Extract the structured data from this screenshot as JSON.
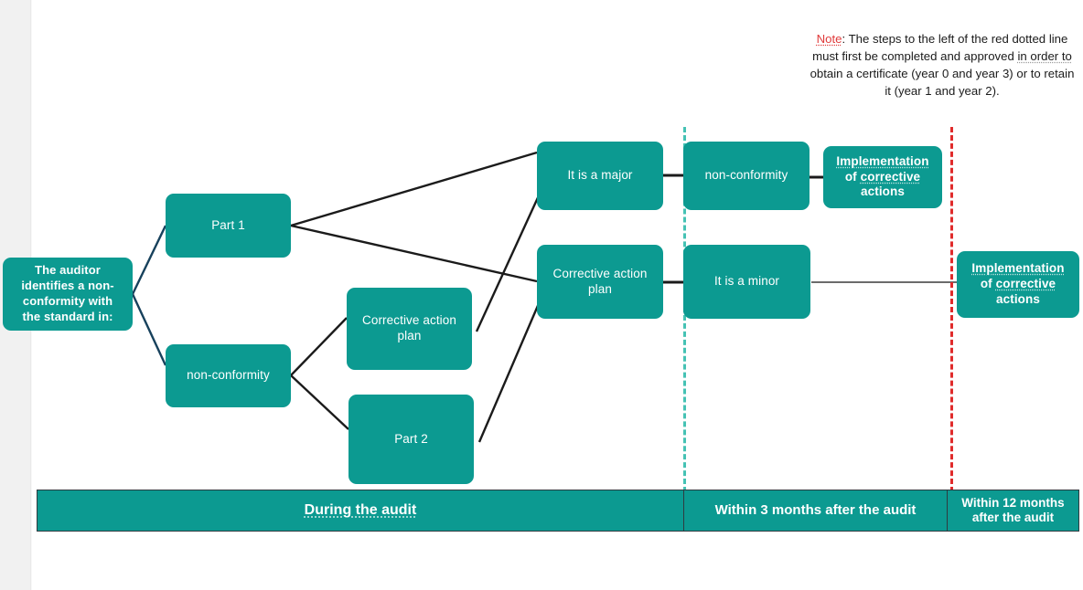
{
  "note": {
    "label": "Note",
    "colon": ": ",
    "line1_a": "The steps to the left of the red dotted",
    "line2": "line must first be completed and approved",
    "line3_a": "in order to",
    "line3_b": " obtain a certificate (year 0 and",
    "line4": "year 3) or to retain it (year 1 and year 2)."
  },
  "nodes": {
    "start": {
      "line1": "The auditor",
      "line2": "identifies a non-",
      "line3": "conformity with",
      "line4": "the standard in:"
    },
    "part1": {
      "label": "Part 1"
    },
    "nonconformity_left": {
      "label": "non-conformity"
    },
    "corrective_plan_mid": {
      "line1": "Corrective action",
      "line2": "plan"
    },
    "part2": {
      "label": "Part 2"
    },
    "major": {
      "label": "It is a major"
    },
    "corrective_plan_col3": {
      "line1": "Corrective action",
      "line2": "plan"
    },
    "nonconformity_right": {
      "label": "non-conformity"
    },
    "minor": {
      "label": "It is a minor"
    },
    "impl_top": {
      "line1": "Implementation",
      "line2_a": "of ",
      "line2_b": "corrective",
      "line3": "actions"
    },
    "impl_right": {
      "line1": "Implementation",
      "line2_a": "of ",
      "line2_b": "corrective",
      "line3": "actions"
    }
  },
  "timeline": {
    "segment1": "During the audit",
    "segment2": "Within 3 months after the audit",
    "segment3_line1": "Within 12 months",
    "segment3_line2": "after the audit"
  },
  "colors": {
    "teal_fill": "#0c9a91",
    "teal_dashed": "#45c2b4",
    "red_dashed": "#e02b2b",
    "note_red": "#e03b3b",
    "connector_dark": "#1b1b1b",
    "connector_gray": "#6b6b6b",
    "connector_navy": "#17415c",
    "gutter": "#f1f1f1"
  }
}
